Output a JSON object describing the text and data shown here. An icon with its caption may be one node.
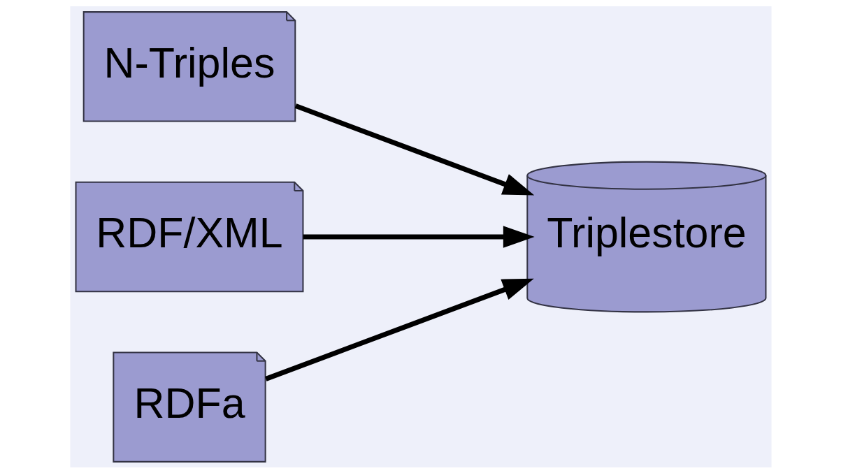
{
  "diagram": {
    "nodes": [
      {
        "text": [
          "N-Triples"
        ]
      },
      {
        "text": [
          "RDF/XML"
        ]
      },
      {
        "text": [
          "RDFa"
        ]
      },
      {
        "text": [
          "Triplestore"
        ]
      }
    ],
    "edges": [
      {
        "from": 0,
        "to": 3,
        "arrow": "to"
      },
      {
        "from": 1,
        "to": 3,
        "arrow": "to"
      },
      {
        "from": 2,
        "to": 3,
        "arrow": "to"
      }
    ]
  }
}
